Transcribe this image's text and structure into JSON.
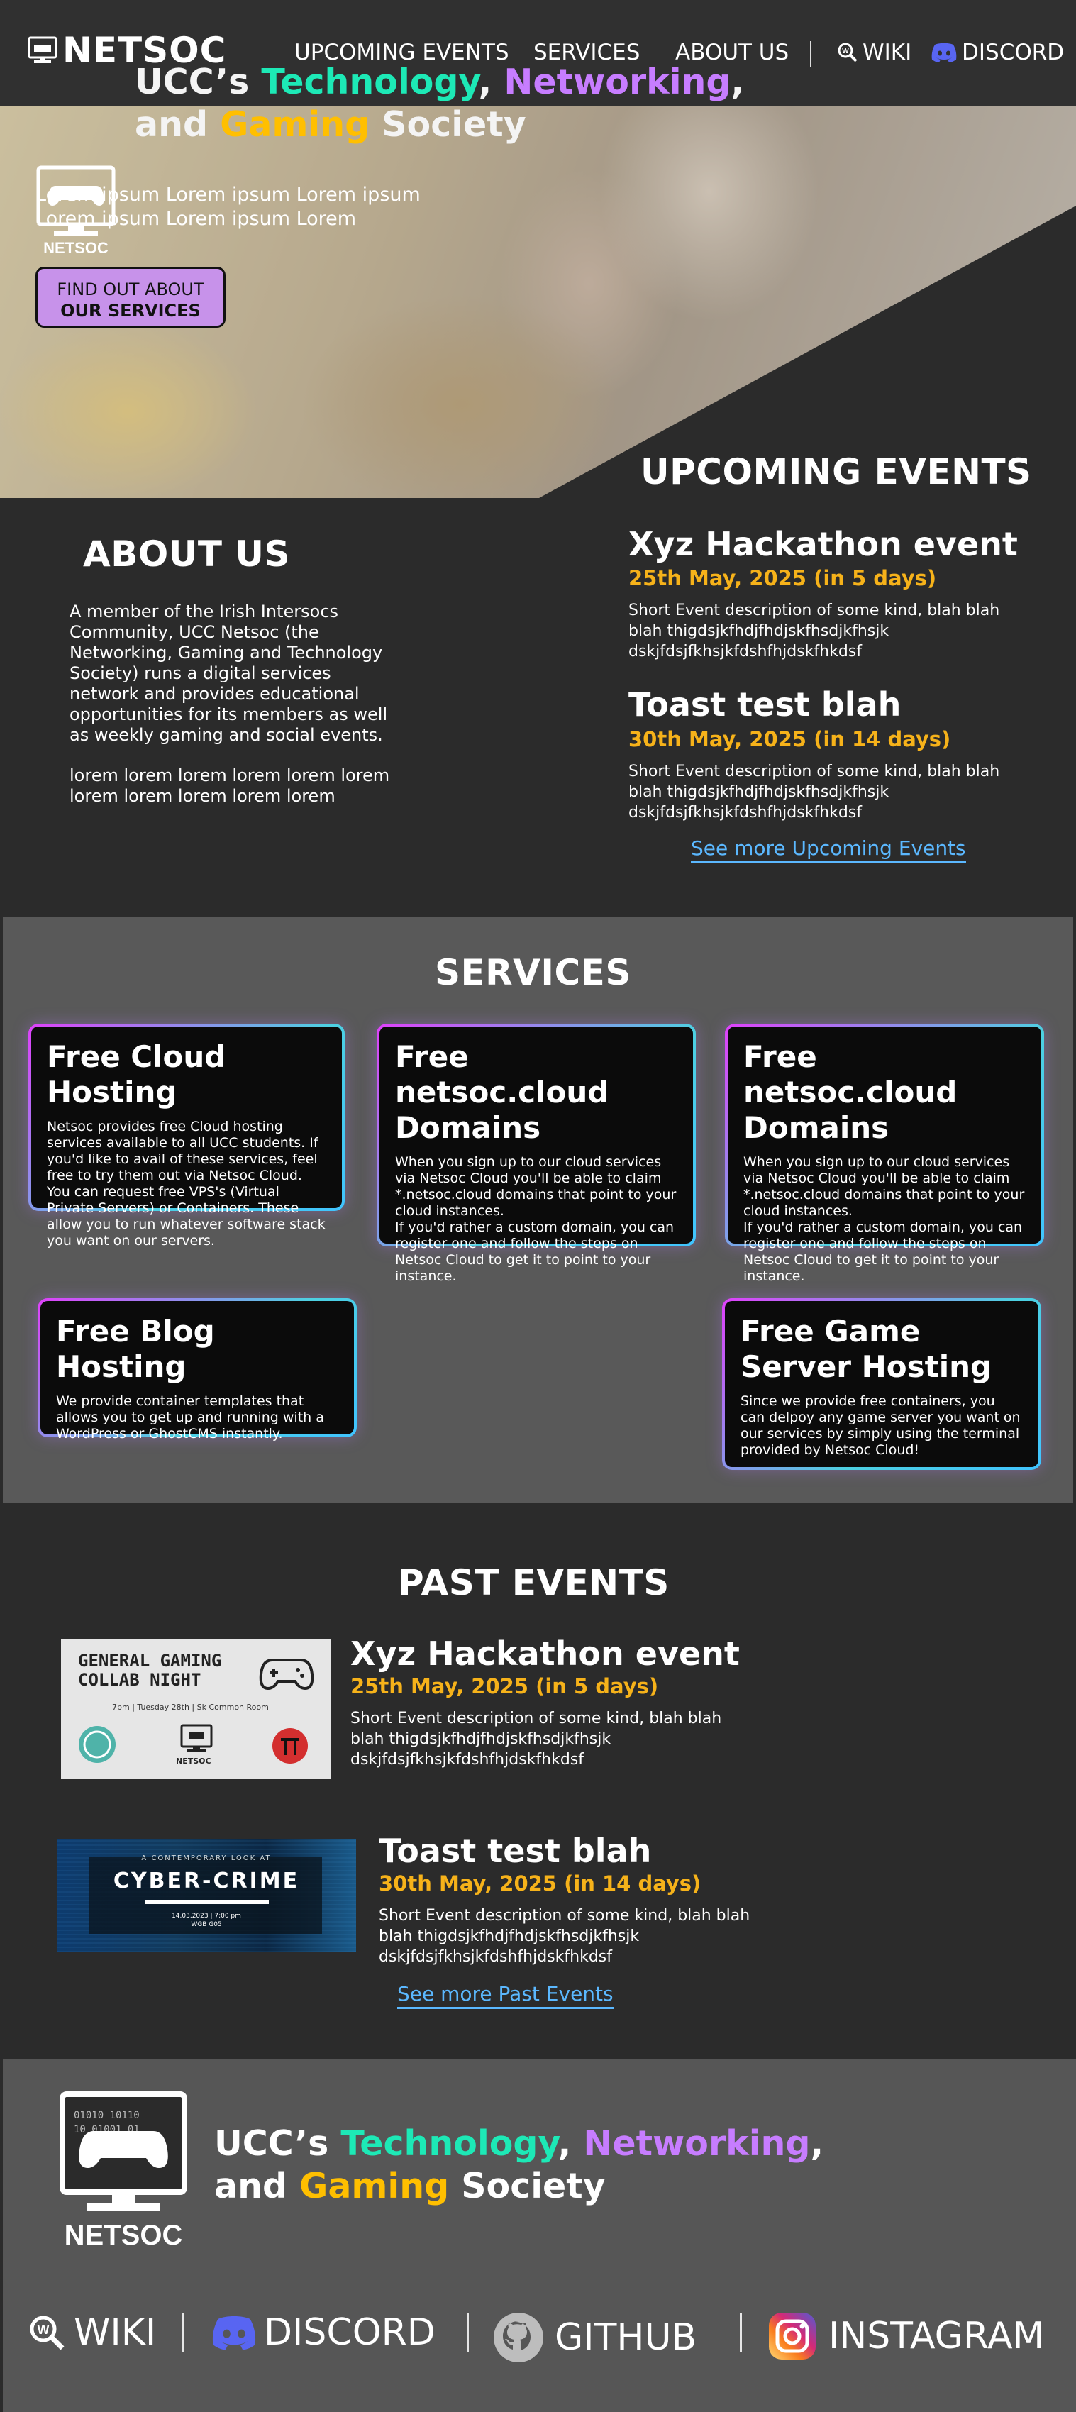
{
  "nav": {
    "logo_text": "NETSOC",
    "links": [
      "UPCOMING EVENTS",
      "SERVICES",
      "ABOUT US"
    ],
    "wiki": "WIKI",
    "discord": "DISCORD"
  },
  "hero": {
    "logo_text": "NETSOC",
    "title": {
      "prefix": "UCC’s ",
      "tech": "Technology",
      "comma1": ", ",
      "net": "Networking",
      "comma2": ",",
      "and": "and ",
      "game": "Gaming",
      "suffix": " Society"
    },
    "lorem": "Lorem ipsum Lorem ipsum Lorem ipsum Lorem ipsum Lorem ipsum Lorem",
    "button_line1": "FIND OUT ABOUT",
    "button_line2": "OUR SERVICES"
  },
  "upcoming": {
    "heading": "UPCOMING EVENTS",
    "events": [
      {
        "title": "Xyz Hackathon event",
        "date": "25th May, 2025 (in 5 days)",
        "desc": "Short Event description of some kind, blah blah blah thigdsjkfhdjfhdjskfhsdjkfhsjk dskjfdsjfkhsjkfdshfhjdskfhkdsf"
      },
      {
        "title": "Toast test blah",
        "date": "30th May, 2025 (in 14 days)",
        "desc": "Short Event description of some kind, blah blah blah thigdsjkfhdjfhdjskfhsdjkfhsjk dskjfdsjfkhsjkfdshfhjdskfhkdsf"
      }
    ],
    "more": "See more Upcoming Events"
  },
  "about": {
    "heading": "ABOUT US",
    "p1": "A member of the Irish Intersocs Community, UCC Netsoc (the Networking,  Gaming and Technology Society) runs a digital services network and  provides educational opportunities for its members as well as weekly  gaming and social events.",
    "p2": "lorem lorem lorem lorem lorem lorem lorem lorem lorem lorem lorem"
  },
  "services": {
    "heading": "SERVICES",
    "cards": [
      {
        "title": "Free Cloud Hosting",
        "body": "Netsoc provides free Cloud hosting services available to all UCC  students. If you'd like to avail of these services, feel free to try  them out via  Netsoc Cloud. You can request free VPS's (Virtual Private Servers) or Containers. These allow you to run whatever software stack you want on our servers."
      },
      {
        "title": "Free netsoc.cloud Domains",
        "body": "When you sign up to our cloud services via Netsoc Cloud you'll be able to claim *.netsoc.cloud domains that point to your cloud instances.\nIf you'd rather a custom domain, you can register one and follow the steps on Netsoc Cloud to get it to point to your instance."
      },
      {
        "title": "Free netsoc.cloud Domains",
        "body": "When you sign up to our cloud services via Netsoc Cloud you'll be able to claim *.netsoc.cloud domains that point to your cloud instances.\nIf you'd rather a custom domain, you can register one and follow the steps on Netsoc Cloud to get it to point to your instance."
      },
      {
        "title": "Free Blog Hosting",
        "body": "We provide container templates that allows you to get up and running with a WordPress or GhostCMS instantly."
      },
      {
        "title": "Free Game Server Hosting",
        "body": "Since we provide free containers, you can delpoy any game server you  want on our services by simply using the terminal provided by Netsoc  Cloud!"
      }
    ]
  },
  "past": {
    "heading": "PAST EVENTS",
    "events": [
      {
        "title": "Xyz Hackathon event",
        "date": "25th May, 2025 (in 5 days)",
        "desc": "Short Event description of some kind, blah blah blah thigdsjkfhdjfhdjskfhsdjkfhsjk dskjfdsjfkhsjkfdshfhjdskfhkdsf",
        "poster_line1": "GENERAL GAMING",
        "poster_line2": "COLLAB NIGHT",
        "poster_info": "7pm  |  Tuesday 28th  |  Sk Common Room",
        "poster_logo": "NETSOC"
      },
      {
        "title": "Toast test blah",
        "date": "30th May, 2025 (in 14 days)",
        "desc": "Short Event description of some kind, blah blah blah thigdsjkfhdjfhdjskfhsdjkfhsjk dskjfdsjfkhsjkfdshfhjdskfhkdsf",
        "poster_kicker": "A CONTEMPORARY LOOK AT",
        "poster_title": "CYBER-CRIME",
        "poster_info1": "14.03.2023 | 7:00 pm",
        "poster_info2": "WGB G05"
      }
    ],
    "more": "See more Past Events"
  },
  "footer": {
    "logo_text": "NETSOC",
    "title": {
      "prefix": "UCC’s ",
      "tech": "Technology",
      "comma1": ", ",
      "net": "Networking",
      "comma2": ",",
      "and": "and ",
      "game": "Gaming",
      "suffix": " Society"
    },
    "wiki": "WIKI",
    "discord": "DISCORD",
    "github": "GITHUB",
    "instagram": "INSTAGRAM"
  },
  "colors": {
    "technology": "#1de9b6",
    "networking": "#c77dff",
    "gaming": "#ffbf00",
    "event_date": "#f6b21a",
    "link": "#5bb8ff",
    "discord": "#5865f2"
  }
}
